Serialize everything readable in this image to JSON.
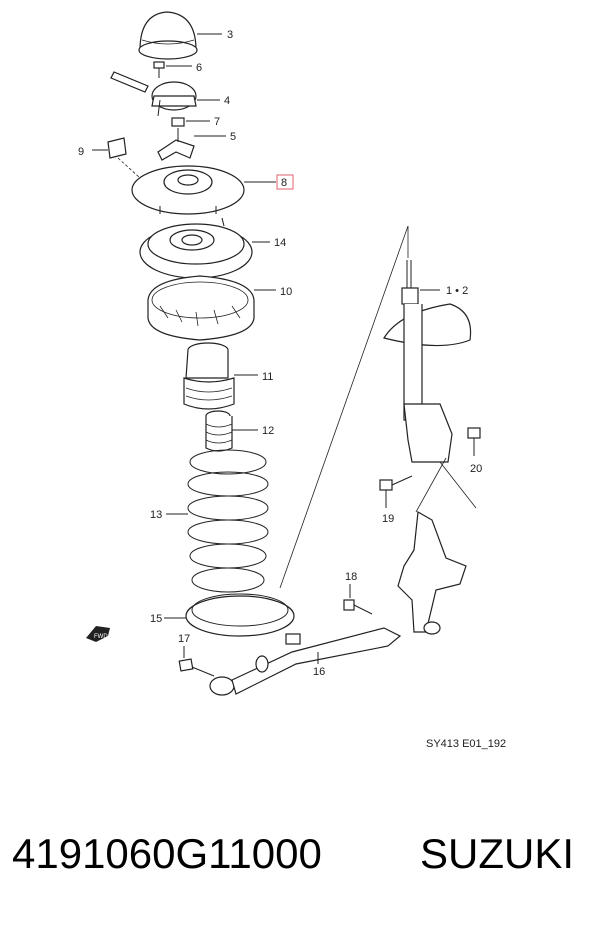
{
  "diagram": {
    "reference_code": "SY413 E01_192",
    "labels": {
      "p3": "3",
      "p6": "6",
      "p4": "4",
      "p7": "7",
      "p5": "5",
      "p9": "9",
      "p8": "8",
      "p14": "14",
      "p10": "10",
      "p12_strut": "1 • 2",
      "p11": "11",
      "p12": "12",
      "p13": "13",
      "p20": "20",
      "p19": "19",
      "p18": "18",
      "p15": "15",
      "p17": "17",
      "p16": "16"
    },
    "highlight_color": "#e06070",
    "arrow_text": "FWD"
  },
  "footer": {
    "part_number": "4191060G11000",
    "brand": "SUZUKI"
  }
}
